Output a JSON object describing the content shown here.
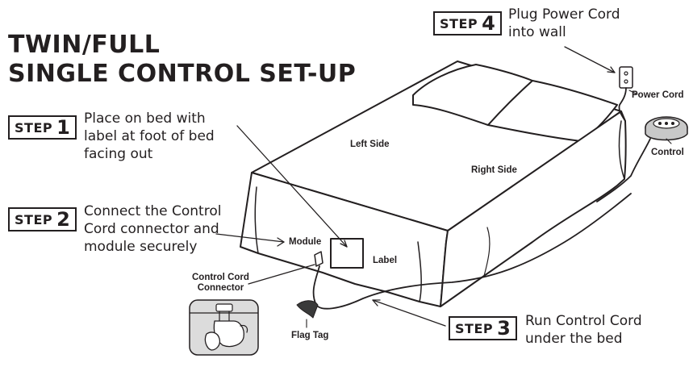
{
  "title": {
    "line1": "TWIN/FULL",
    "line2": "SINGLE CONTROL SET-UP"
  },
  "steps": [
    {
      "word": "STEP",
      "number": "1",
      "lines": [
        "Place on bed with",
        "label at foot of bed",
        "facing out"
      ]
    },
    {
      "word": "STEP",
      "number": "2",
      "lines": [
        "Connect the Control",
        "Cord connector and",
        "module securely"
      ]
    },
    {
      "word": "STEP",
      "number": "3",
      "lines": [
        "Run Control Cord",
        "under the bed"
      ]
    },
    {
      "word": "STEP",
      "number": "4",
      "lines": [
        "Plug Power Cord",
        "into wall"
      ]
    }
  ],
  "labels": {
    "left_side": "Left Side",
    "right_side": "Right Side",
    "module": "Module",
    "label": "Label",
    "control_cord_connector": [
      "Control Cord",
      "Connector"
    ],
    "flag_tag": "Flag Tag",
    "power_cord": "Power Cord",
    "control": "Control"
  },
  "colors": {
    "ink": "#231f20",
    "paper": "#ffffff",
    "inset_bg": "#dcdcdc",
    "control_body": "#c8c8c8"
  }
}
